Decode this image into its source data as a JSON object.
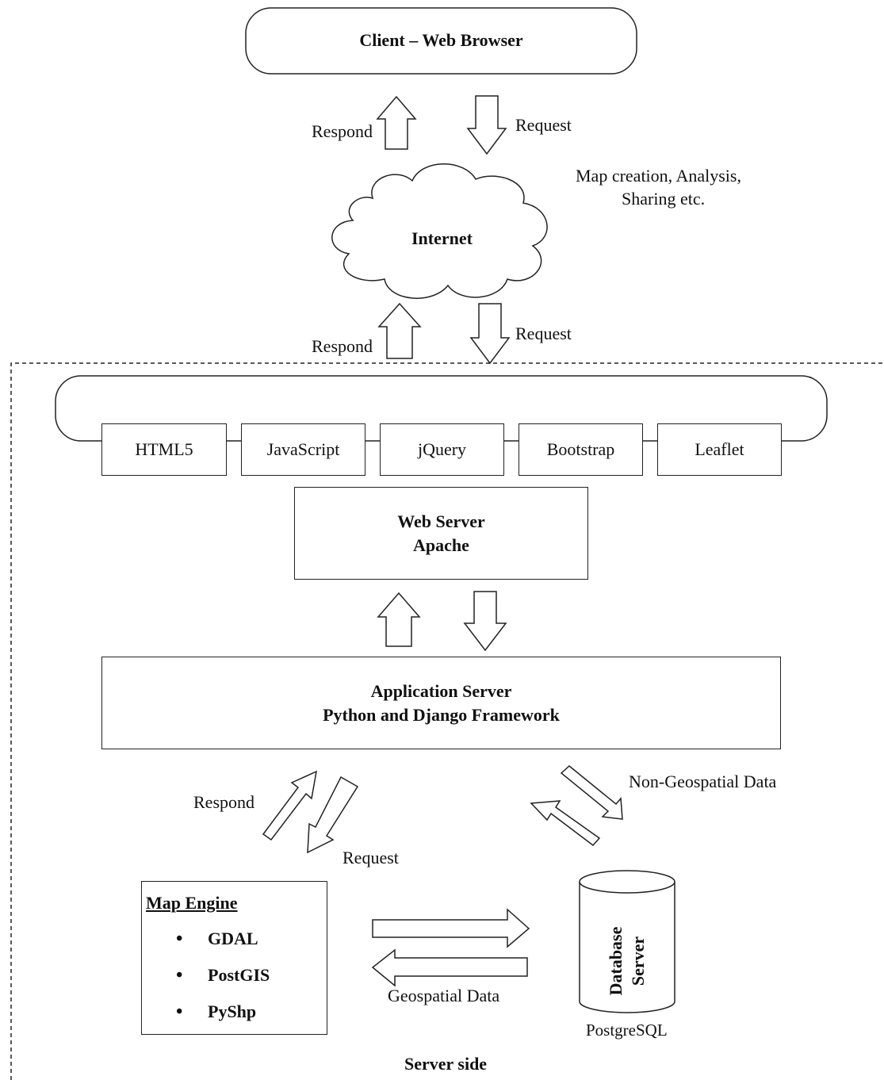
{
  "client": {
    "title": "Client – Web Browser"
  },
  "top_flow": {
    "respond_label": "Respond",
    "request_label": "Request"
  },
  "internet": {
    "label": "Internet",
    "note_line1": "Map creation, Analysis,",
    "note_line2": "Sharing etc."
  },
  "mid_flow": {
    "respond_label": "Respond",
    "request_label": "Request"
  },
  "frontend": {
    "technologies": [
      "HTML5",
      "JavaScript",
      "jQuery",
      "Bootstrap",
      "Leaflet"
    ]
  },
  "web_server": {
    "line1": "Web Server",
    "line2": "Apache"
  },
  "app_server": {
    "line1": "Application Server",
    "line2": "Python and Django Framework"
  },
  "engine_flow": {
    "respond_label": "Respond",
    "request_label": "Request"
  },
  "non_geo": {
    "label": "Non-Geospatial Data"
  },
  "map_engine": {
    "title": "Map Engine",
    "items": [
      "GDAL",
      "PostGIS",
      "PyShp"
    ]
  },
  "geo_data": {
    "label": "Geospatial Data"
  },
  "database": {
    "label_line1": "Database",
    "label_line2": "Server",
    "caption": "PostgreSQL"
  },
  "server_side": {
    "label": "Server side"
  }
}
